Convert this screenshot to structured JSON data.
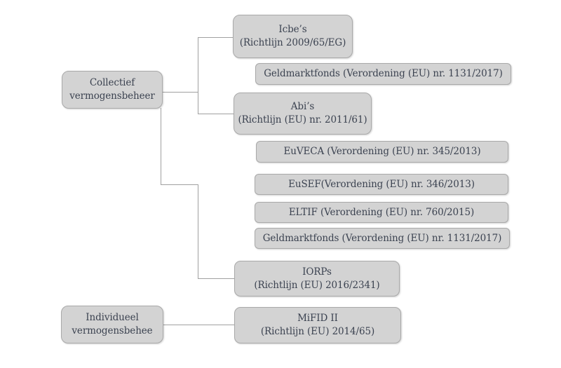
{
  "diagram": {
    "description": "Tree diagram of EU collective and individual asset management regulation",
    "colors": {
      "background": "#ffffff",
      "box_fill": "#d3d3d3",
      "box_border": "#a9a9a9",
      "connector": "#a0a0a0",
      "text": "#3b4250"
    },
    "nodes": {
      "collectief": {
        "line1": "Collectief",
        "line2": "vermogensbeheer"
      },
      "icbes": {
        "line1": "Icbe’s",
        "line2": "(Richtlijn 2009/65/EG)"
      },
      "geldmarktfonds_1": {
        "label": "Geldmarktfonds (Verordening (EU) nr. 1131/2017)"
      },
      "abis": {
        "line1": "Abi’s",
        "line2": "(Richtlijn (EU) nr. 2011/61)"
      },
      "euveca": {
        "label": "EuVECA (Verordening (EU) nr. 345/2013)"
      },
      "eusef": {
        "label": "EuSEF(Verordening (EU) nr. 346/2013)"
      },
      "eltif": {
        "label": "ELTIF (Verordening (EU) nr. 760/2015)"
      },
      "geldmarktfonds_2": {
        "label": "Geldmarktfonds (Verordening (EU) nr. 1131/2017)"
      },
      "iorps": {
        "line1": "IORPs",
        "line2": "(Richtlijn (EU) 2016/2341)"
      },
      "mifid": {
        "line1": "MiFID II",
        "line2": "(Richtlijn (EU) 2014/65)"
      },
      "individueel": {
        "line1": "Individueel",
        "line2": "vermogensbehee"
      }
    }
  }
}
